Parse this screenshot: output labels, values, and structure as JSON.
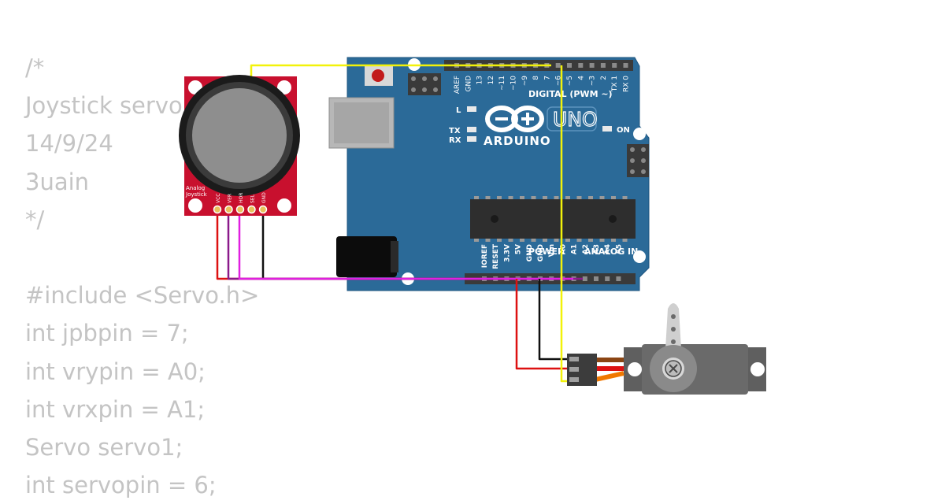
{
  "code_lines": [
    "/*",
    "Joystick servo",
    "14/9/24",
    "3uain",
    "*/",
    "",
    "#include <Servo.h>",
    "int jpbpin = 7;",
    "int vrypin = A0;",
    "int vrxpin = A1;",
    "Servo servo1;",
    "int servopin = 6;"
  ],
  "joystick": {
    "label_line1": "Analog",
    "label_line2": "Joystick",
    "pins": [
      "VCC",
      "VER",
      "HOR",
      "SEL",
      "GND"
    ],
    "board_color": "#c8102e"
  },
  "arduino": {
    "brand": "ARDUINO",
    "model": "UNO",
    "digital_label": "DIGITAL (PWM ~)",
    "power_label": "POWER",
    "analog_label": "ANALOG IN",
    "on_label": "ON",
    "l_label": "L",
    "tx_label": "TX",
    "rx_label": "RX",
    "top_pins": [
      "AREF",
      "GND",
      "13",
      "12",
      "~11",
      "~10",
      "~9",
      "8",
      "7",
      "~6",
      "~5",
      "4",
      "~3",
      "2",
      "TX 1",
      "RX 0"
    ],
    "bottom_pins": [
      "IOREF",
      "RESET",
      "3.3V",
      "5V",
      "GND",
      "GND",
      "Vin",
      "A0",
      "A1",
      "A2",
      "A3",
      "A4",
      "A5"
    ],
    "board_color": "#2b6a98"
  },
  "wire_colors": {
    "power": "#dd1111",
    "ground": "#111111",
    "signal_joystick_ver": "#8a1a8a",
    "signal_joystick_hor": "#e020e0",
    "signal_sel_servo": "#f2f20a",
    "servo_orange": "#f07800"
  }
}
